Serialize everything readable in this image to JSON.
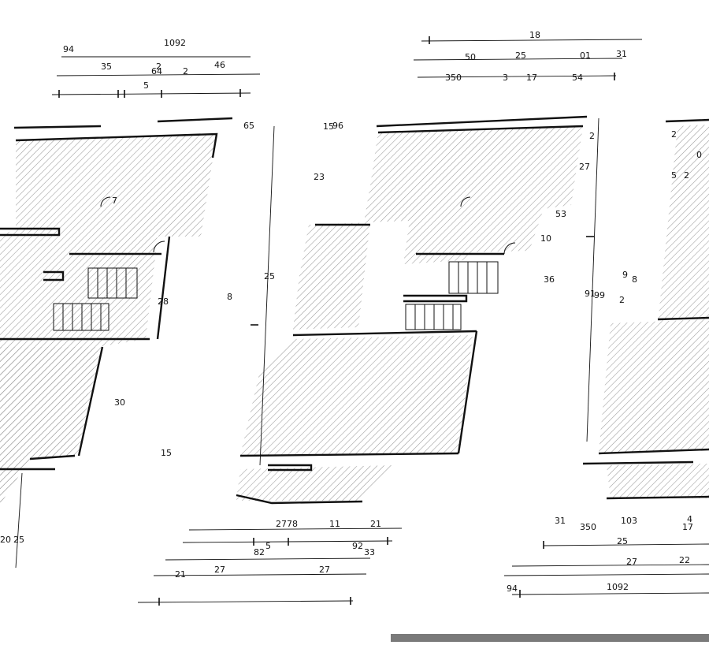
{
  "colors": {
    "line": "#111111",
    "hatch": "#9a9a9a",
    "background": "#ffffff",
    "bottom_bar": "#7a7a7a"
  },
  "dimension_chains": {
    "top_left": {
      "row1": [
        "94",
        "1092"
      ],
      "row2": [
        "35",
        "2",
        "46"
      ],
      "row3": [
        "5",
        "64",
        "2"
      ]
    },
    "top_right": {
      "row1": [
        "18"
      ],
      "row2": [
        "50",
        "25",
        "01",
        "31"
      ],
      "row3": [
        "350",
        "3",
        "17",
        "54"
      ]
    },
    "bottom_middle": {
      "row1": [
        "2778",
        "11",
        "21"
      ],
      "row2": [
        "82",
        "5",
        "92",
        "33"
      ],
      "row3": [
        "27",
        "21",
        "27"
      ]
    },
    "bottom_right": {
      "row1": [
        "31",
        "350",
        "103",
        "17",
        "4"
      ],
      "row2": [
        "25",
        "22",
        "27"
      ],
      "row3": [
        "94",
        "1092"
      ]
    }
  },
  "scattered_labels": [
    {
      "id": "l1",
      "text": "25"
    },
    {
      "id": "l2",
      "text": "23"
    },
    {
      "id": "l3",
      "text": "28"
    },
    {
      "id": "l4",
      "text": "30"
    },
    {
      "id": "l5",
      "text": "8"
    },
    {
      "id": "l6",
      "text": "91"
    },
    {
      "id": "l7",
      "text": "99"
    },
    {
      "id": "l8",
      "text": "9"
    },
    {
      "id": "l9",
      "text": "8"
    },
    {
      "id": "l10",
      "text": "2"
    },
    {
      "id": "l11",
      "text": "5"
    },
    {
      "id": "l12",
      "text": "2"
    },
    {
      "id": "l13",
      "text": "0"
    },
    {
      "id": "l14",
      "text": "2"
    },
    {
      "id": "l15",
      "text": "27"
    },
    {
      "id": "l16",
      "text": "53"
    },
    {
      "id": "l17",
      "text": "65"
    },
    {
      "id": "l18",
      "text": "15"
    },
    {
      "id": "l19",
      "text": "96"
    },
    {
      "id": "l20",
      "text": "20"
    },
    {
      "id": "l21",
      "text": "25"
    },
    {
      "id": "l22",
      "text": "2"
    },
    {
      "id": "l23",
      "text": "7"
    },
    {
      "id": "l24",
      "text": "15"
    },
    {
      "id": "l25",
      "text": "36"
    },
    {
      "id": "l26",
      "text": "10"
    }
  ]
}
